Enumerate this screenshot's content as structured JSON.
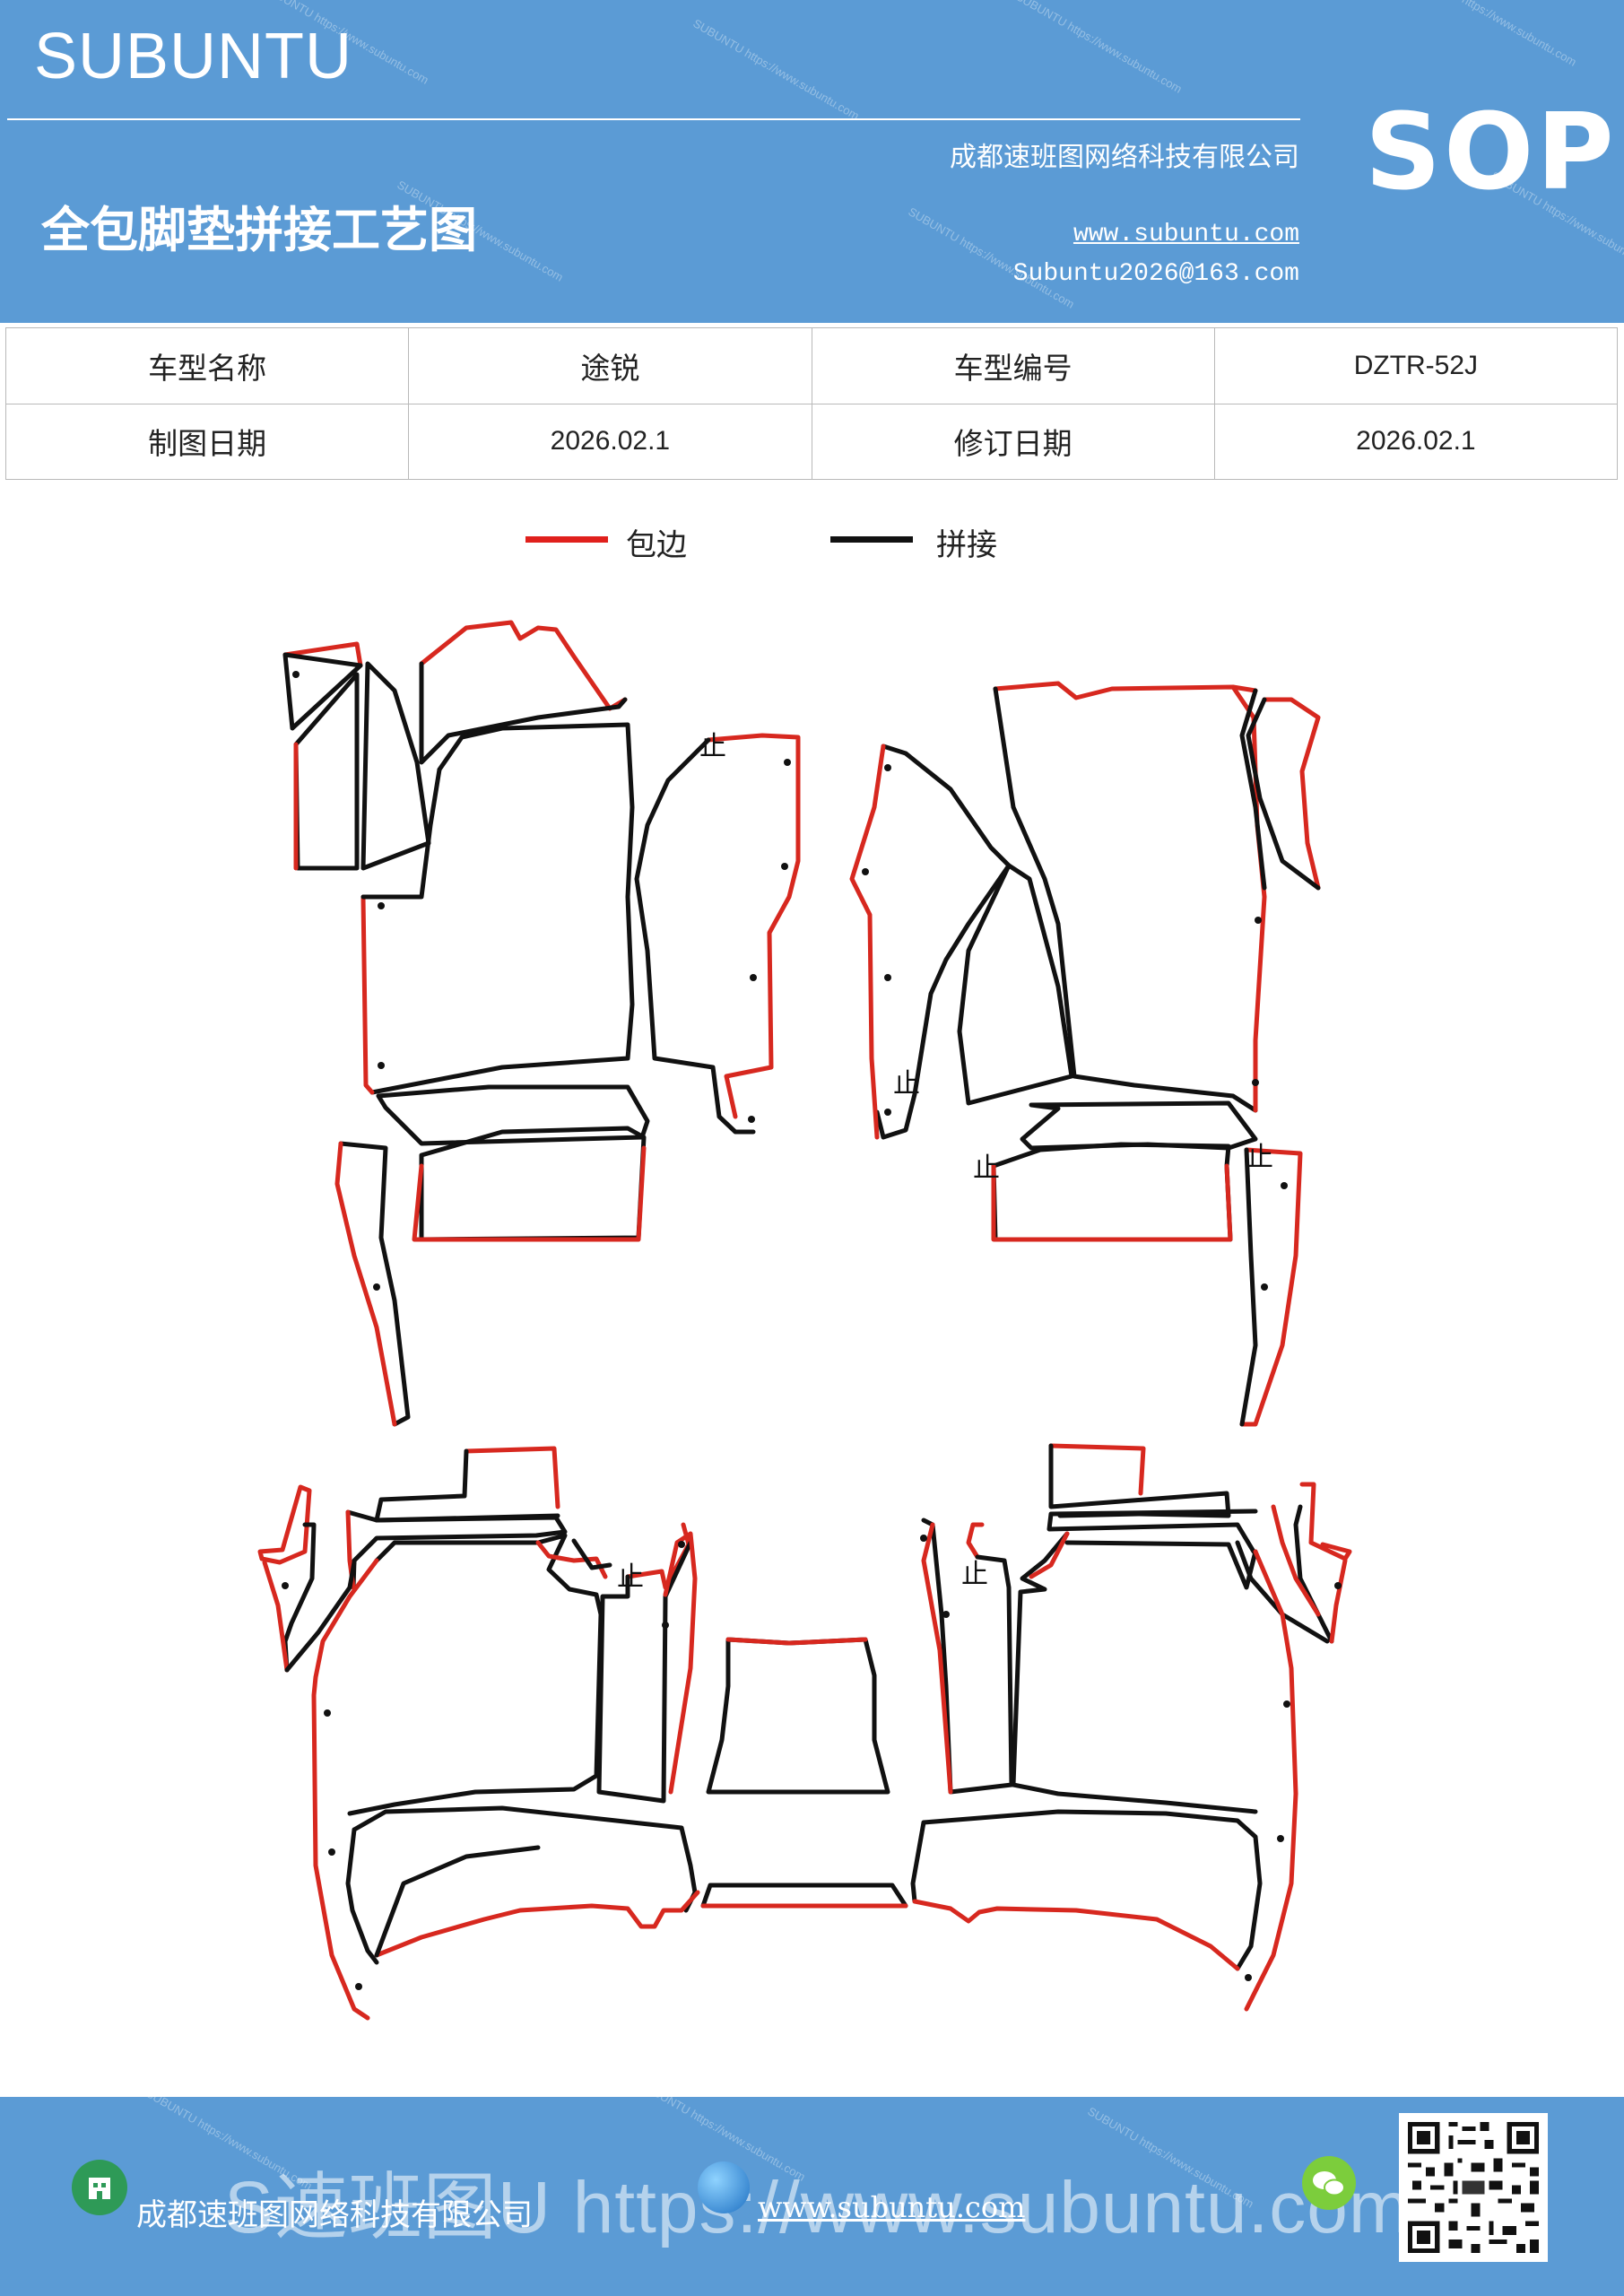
{
  "header": {
    "brand": "SUBUNTU",
    "doc_title": "全包脚垫拼接工艺图",
    "company": "成都速班图网络科技有限公司",
    "website": "www.subuntu.com",
    "email": "Subuntu2026@163.com",
    "badge": "SOP",
    "watermark_text": "SUBUNTU https://www.subuntu.com"
  },
  "info_table": {
    "rows": [
      [
        "车型名称",
        "途锐",
        "车型编号",
        "DZTR-52J"
      ],
      [
        "制图日期",
        "2026.02.1",
        "修订日期",
        "2026.02.1"
      ]
    ]
  },
  "legend": {
    "items": [
      {
        "label": "包边",
        "color": "#e0201c"
      },
      {
        "label": "拼接",
        "color": "#111111"
      }
    ]
  },
  "diagram": {
    "stop_mark": "止",
    "edge_color": "#d7281f",
    "seam_color": "#111111"
  },
  "footer": {
    "ghost_text": "S速班图U https://www.subuntu.com",
    "company": "成都速班图网络科技有限公司",
    "url": "www.subuntu.com",
    "icons": [
      "building-icon",
      "globe-icon",
      "wechat-icon",
      "qr-code"
    ]
  }
}
